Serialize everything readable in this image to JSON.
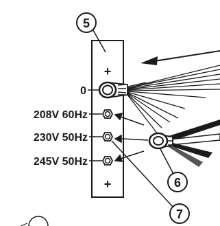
{
  "callouts": {
    "terminal_block": "5",
    "ring_lug": "6",
    "tap_terminal": "7"
  },
  "terminal_block": {
    "top_symbol": "+",
    "bottom_symbol": "+"
  },
  "taps": [
    {
      "label": "0"
    },
    {
      "label": "208V 60Hz"
    },
    {
      "label": "230V 50Hz"
    },
    {
      "label": "245V 50Hz"
    }
  ]
}
